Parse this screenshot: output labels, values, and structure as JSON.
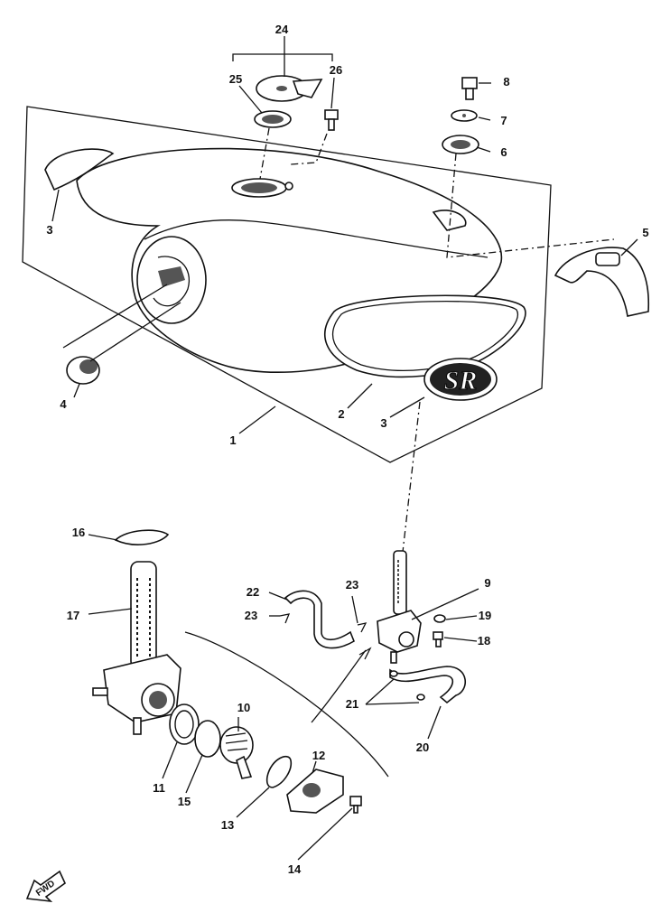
{
  "diagram": {
    "callouts": [
      "1",
      "2",
      "3",
      "3",
      "4",
      "5",
      "6",
      "7",
      "8",
      "9",
      "10",
      "11",
      "12",
      "13",
      "14",
      "15",
      "16",
      "17",
      "18",
      "19",
      "20",
      "21",
      "22",
      "23",
      "23",
      "24",
      "25",
      "26"
    ],
    "emblem_text": "SR",
    "fwd_text": "FWD"
  }
}
